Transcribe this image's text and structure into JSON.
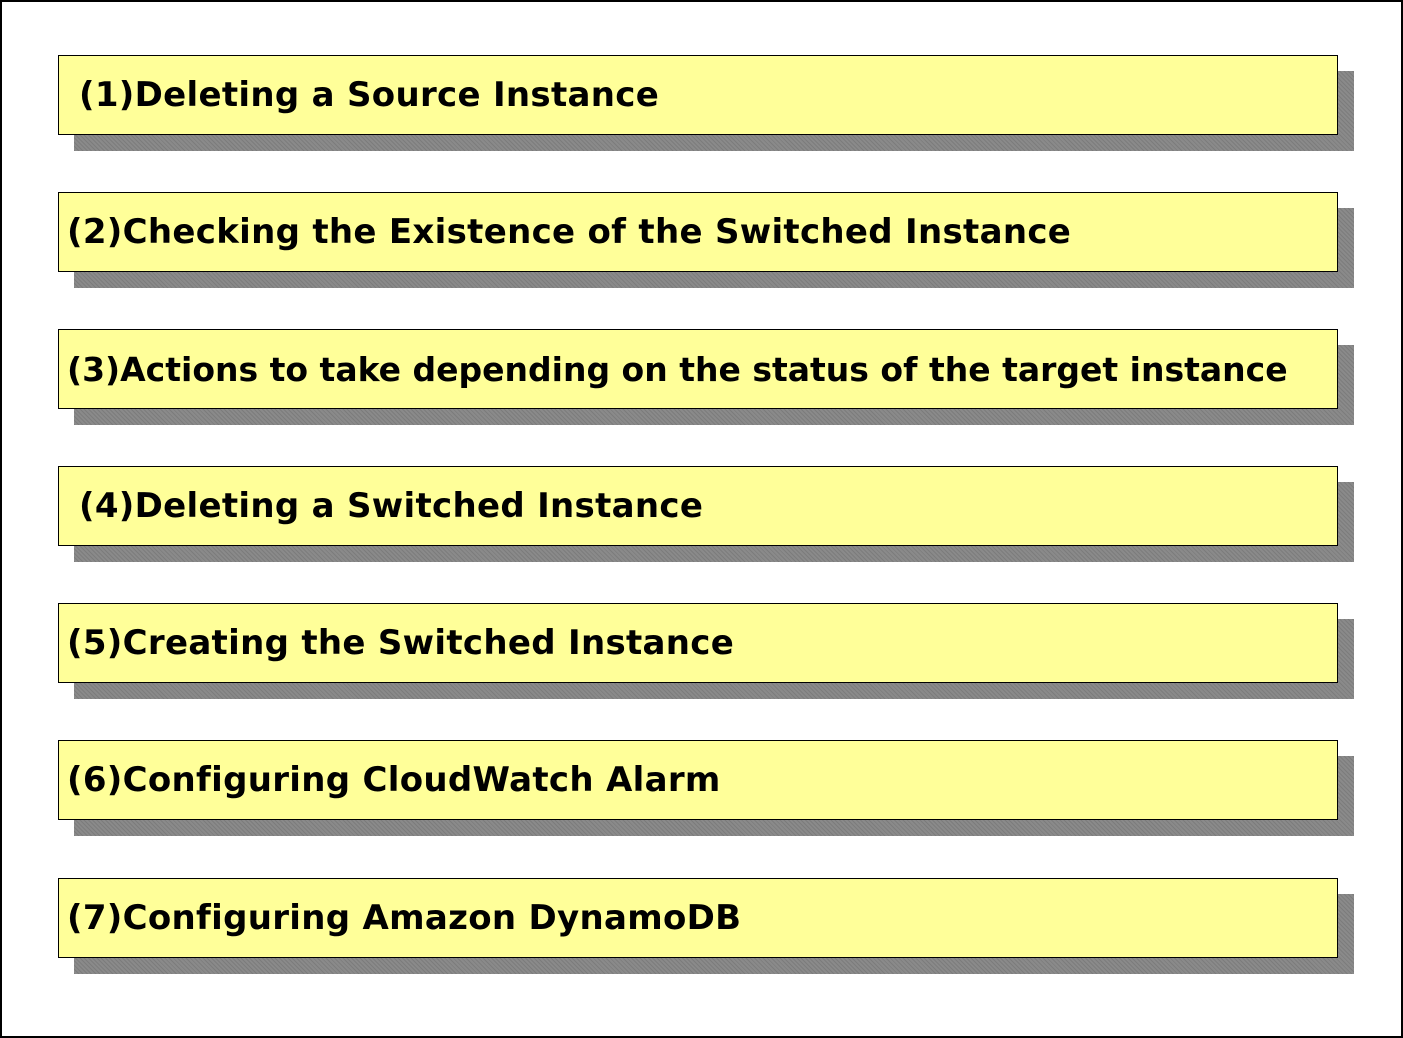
{
  "steps": [
    {
      "label": "(1)Deleting a Source Instance"
    },
    {
      "label": "(2)Checking the Existence of the Switched Instance"
    },
    {
      "label": "(3)Actions to take depending on the status of the target instance"
    },
    {
      "label": "(4)Deleting a Switched Instance"
    },
    {
      "label": "(5)Creating the Switched Instance"
    },
    {
      "label": "(6)Configuring CloudWatch Alarm"
    },
    {
      "label": "(7)Configuring Amazon DynamoDB"
    }
  ],
  "colors": {
    "box_fill": "#ffff99",
    "box_border": "#000000",
    "shadow": "#8a8a8a",
    "frame_border": "#000000"
  }
}
